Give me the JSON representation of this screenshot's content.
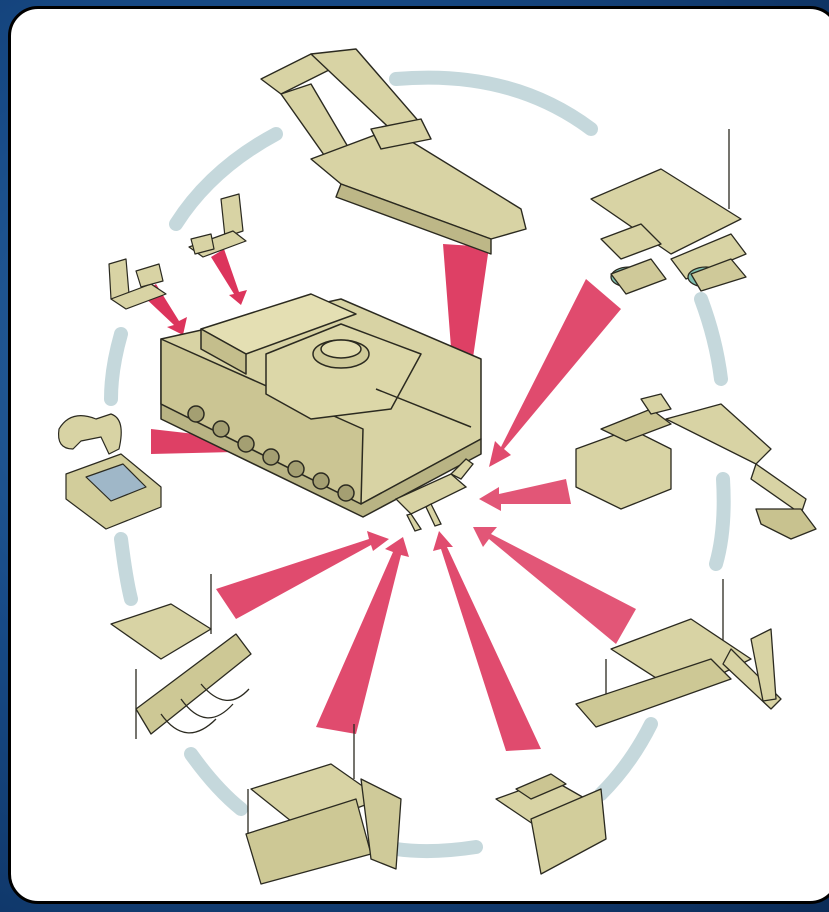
{
  "figure": {
    "background_color": "#1a4e8a",
    "panel_color": "#ffffff",
    "ring_color": "#c5d8dc",
    "arrow_color": "#d81e4a",
    "equipment_color": "#d8d3a4",
    "outline_color": "#2b2a20"
  },
  "modules": [
    {
      "id": "boom-arm",
      "icon": "crane-boom-icon"
    },
    {
      "id": "roller-frame",
      "icon": "mine-roller-icon"
    },
    {
      "id": "excavator-arm",
      "icon": "excavator-arm-icon"
    },
    {
      "id": "rake-plough",
      "icon": "mine-rake-icon"
    },
    {
      "id": "dozer-blade",
      "icon": "dozer-blade-icon"
    },
    {
      "id": "flail-plough-front",
      "icon": "mine-plough-icon"
    },
    {
      "id": "flail-plough-side",
      "icon": "mine-plough-icon"
    },
    {
      "id": "remote-controls",
      "icon": "remote-control-icon"
    },
    {
      "id": "periscope-units",
      "icon": "periscope-icon"
    }
  ]
}
